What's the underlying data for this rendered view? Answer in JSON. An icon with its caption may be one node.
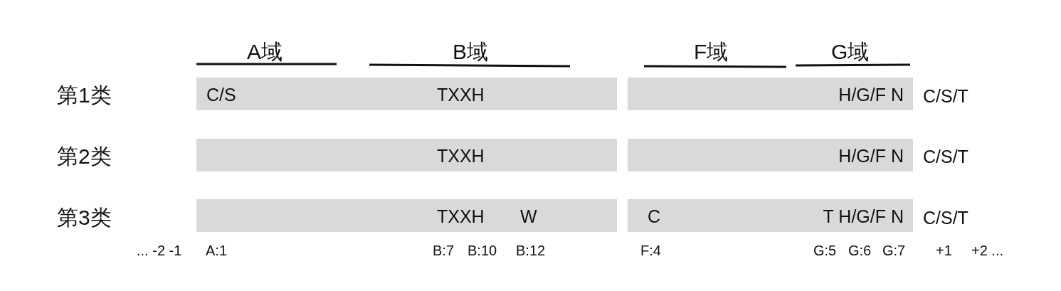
{
  "diagram": {
    "nodes": [
      {
        "text": [
          "C/S",
          "TXXH"
        ]
      },
      {
        "text": [
          "H/G/F N"
        ]
      },
      {
        "text": [
          "TXXH"
        ]
      },
      {
        "text": [
          "H/G/F N"
        ]
      },
      {
        "text": [
          "TXXH",
          "W"
        ]
      },
      {
        "text": [
          "C",
          "T H/G/F N"
        ]
      }
    ],
    "labels": [
      "A域",
      "B域",
      "F域",
      "G域",
      "第1类",
      "C/S/T",
      "第2类",
      "C/S/T",
      "第3类",
      "C/S/T",
      "... -2 -1",
      "A:1",
      "B:7",
      "B:10",
      "B:12",
      "F:4",
      "G:5",
      "G:6",
      "G:7",
      "+1",
      "+2 ..."
    ]
  }
}
